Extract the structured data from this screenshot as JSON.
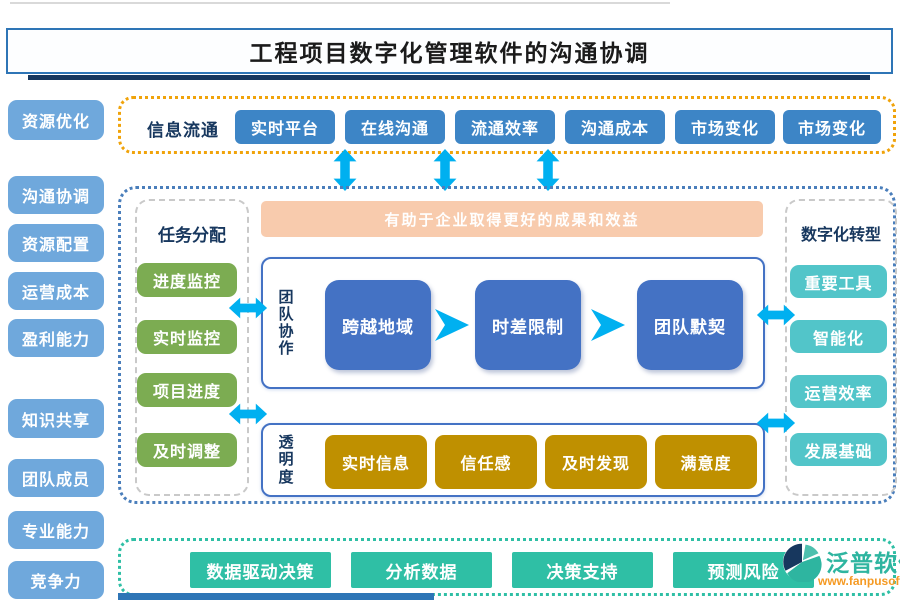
{
  "title": "工程项目数字化管理软件的沟通协调",
  "sidebar": {
    "items": [
      "资源优化",
      "沟通协调",
      "资源配置",
      "运营成本",
      "盈利能力",
      "知识共享",
      "团队成员",
      "专业能力",
      "竞争力"
    ]
  },
  "info_flow": {
    "label": "信息流通",
    "items": [
      "实时平台",
      "在线沟通",
      "流通效率",
      "沟通成本",
      "市场变化",
      "市场变化"
    ]
  },
  "middle": {
    "banner": "有助于企业取得更好的成果和效益",
    "tasks": {
      "label": "任务分配",
      "items": [
        "进度监控",
        "实时监控",
        "项目进度",
        "及时调整"
      ]
    },
    "team": {
      "label": "团队协作",
      "steps": [
        "跨越地域",
        "时差限制",
        "团队默契"
      ]
    },
    "transparency": {
      "label": "透明度",
      "items": [
        "实时信息",
        "信任感",
        "及时发现",
        "满意度"
      ]
    },
    "digital": {
      "label": "数字化转型",
      "items": [
        "重要工具",
        "智能化",
        "运营效率",
        "发展基础"
      ]
    }
  },
  "bottom": {
    "items": [
      "数据驱动决策",
      "分析数据",
      "决策支持",
      "预测风险"
    ]
  },
  "logo": {
    "name": "泛普软件",
    "url": "www.fanpusoft.com"
  },
  "colors": {
    "sidebar_blue": "#6fa8dc",
    "node_blue": "#3d85c6",
    "box_blue": "#4472c4",
    "green": "#7cac52",
    "gold": "#bf9000",
    "teal_light": "#52c5c9",
    "teal": "#2fbfa5",
    "peach": "#f8cbad",
    "navy_text": "#17375e",
    "arrow_cyan": "#00b0f0",
    "border_orange": "#f0a30a",
    "title_border": "#2e75b6",
    "logo_orange": "#f59a23"
  }
}
